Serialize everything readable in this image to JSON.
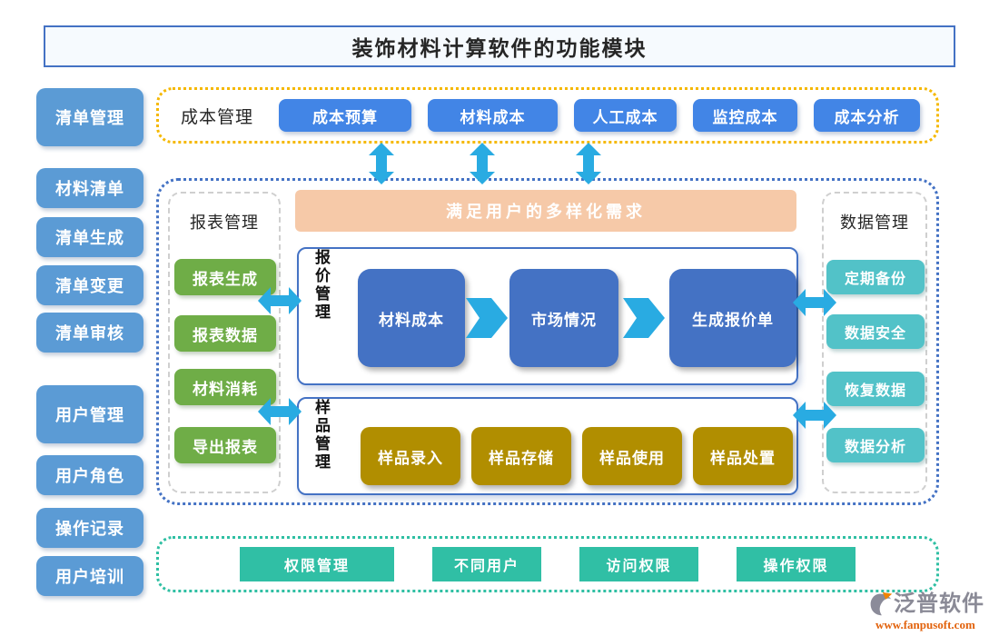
{
  "title": "装饰材料计算软件的功能模块",
  "sidebar": {
    "items": [
      "清单管理",
      "材料清单",
      "清单生成",
      "清单变更",
      "清单审核",
      "用户管理",
      "用户角色",
      "操作记录",
      "用户培训"
    ]
  },
  "cost": {
    "label": "成本管理",
    "buttons": [
      "成本预算",
      "材料成本",
      "人工成本",
      "监控成本",
      "成本分析"
    ]
  },
  "main": {
    "banner": "满足用户的多样化需求",
    "report": {
      "label": "报表管理",
      "buttons": [
        "报表生成",
        "报表数据",
        "材料消耗",
        "导出报表"
      ]
    },
    "quote": {
      "label": "报价管理",
      "steps": [
        "材料成本",
        "市场情况",
        "生成报价单"
      ]
    },
    "sample": {
      "label": "样品管理",
      "items": [
        "样品录入",
        "样品存储",
        "样品使用",
        "样品处置"
      ]
    },
    "data": {
      "label": "数据管理",
      "buttons": [
        "定期备份",
        "数据安全",
        "恢复数据",
        "数据分析"
      ]
    }
  },
  "permission": {
    "buttons": [
      "权限管理",
      "不同用户",
      "访问权限",
      "操作权限"
    ]
  },
  "footer": {
    "brand": "泛普软件",
    "url": "www.fanpusoft.com"
  },
  "colors": {
    "sidebar_blue": "#5B9BD5",
    "cost_blue": "#4285E6",
    "process_blue": "#4472C4",
    "green": "#6FAD47",
    "teal": "#52C2C8",
    "bottom_teal": "#30BFA5",
    "gold": "#B18E00",
    "peach": "#F6C9A8",
    "arrow_cyan": "#29ABE2",
    "border_yellow": "#F5B800",
    "border_teal": "#2FBFA3",
    "logo_orange": "#E2620C"
  }
}
